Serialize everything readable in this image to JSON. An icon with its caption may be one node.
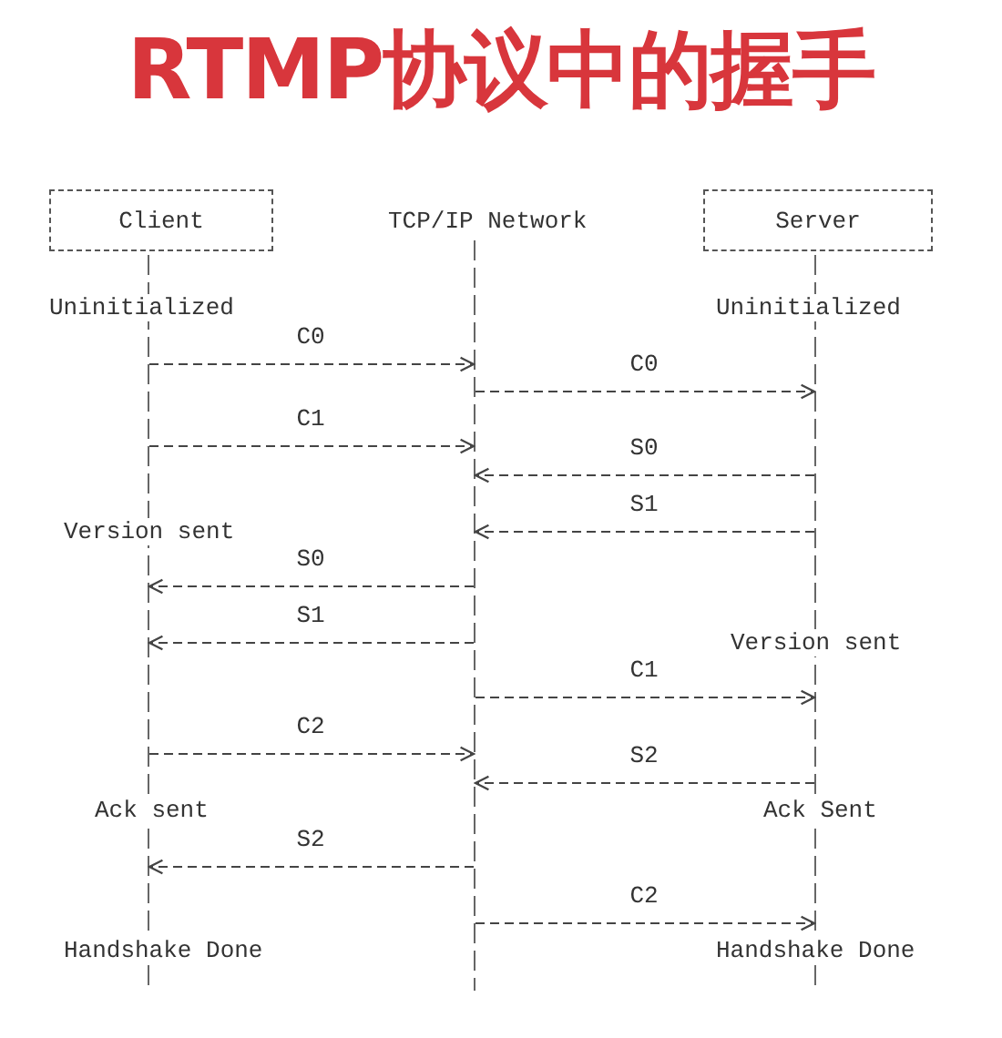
{
  "diagram": {
    "title": "RTMP协议中的握手",
    "nodes": [
      {
        "text": [
          "Client"
        ]
      },
      {
        "text": [
          "TCP/IP Network"
        ]
      },
      {
        "text": [
          "Server"
        ]
      },
      {
        "text": [],
        "shape": "bar"
      },
      {
        "text": [],
        "shape": "bar"
      },
      {
        "text": [],
        "shape": "bar"
      }
    ],
    "edges": [
      {
        "from": 3,
        "to": 4,
        "arrow": "to",
        "label": "C0"
      },
      {
        "from": 4,
        "to": 5,
        "arrow": "to",
        "label": "C0"
      },
      {
        "from": 3,
        "to": 4,
        "arrow": "to",
        "label": "C1"
      },
      {
        "from": 5,
        "to": 4,
        "arrow": "to",
        "label": "S0"
      },
      {
        "from": 5,
        "to": 4,
        "arrow": "to",
        "label": "S1"
      },
      {
        "from": 4,
        "to": 3,
        "arrow": "to",
        "label": "S0"
      },
      {
        "from": 4,
        "to": 3,
        "arrow": "to",
        "label": "S1"
      },
      {
        "from": 4,
        "to": 5,
        "arrow": "to",
        "label": "C1"
      },
      {
        "from": 3,
        "to": 4,
        "arrow": "to",
        "label": "C2"
      },
      {
        "from": 5,
        "to": 4,
        "arrow": "to",
        "label": "S2"
      },
      {
        "from": 4,
        "to": 3,
        "arrow": "to",
        "label": "S2"
      },
      {
        "from": 4,
        "to": 5,
        "arrow": "to",
        "label": "C2"
      }
    ],
    "labels": [
      "Uninitialized",
      "Uninitialized",
      "Version sent",
      "Version sent",
      "Ack sent",
      "Ack Sent",
      "Handshake Done",
      "Handshake Done"
    ]
  }
}
